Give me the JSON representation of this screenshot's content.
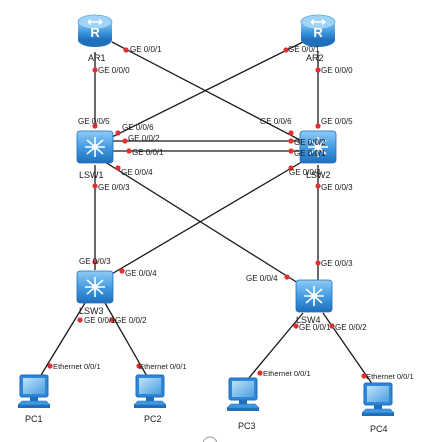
{
  "devices": {
    "ar1": {
      "label": "AR1",
      "type": "router"
    },
    "ar2": {
      "label": "AR2",
      "type": "router"
    },
    "lsw1": {
      "label": "LSW1",
      "type": "switch"
    },
    "lsw2": {
      "label": "LSW2",
      "type": "switch"
    },
    "lsw3": {
      "label": "LSW3",
      "type": "switch"
    },
    "lsw4": {
      "label": "LSW4",
      "type": "switch"
    },
    "pc1": {
      "label": "PC1",
      "type": "pc"
    },
    "pc2": {
      "label": "PC2",
      "type": "pc"
    },
    "pc3": {
      "label": "PC3",
      "type": "pc"
    },
    "pc4": {
      "label": "PC4",
      "type": "pc"
    }
  },
  "ports": {
    "ar1_ge001": "GE 0/0/1",
    "ar1_ge000": "GE 0/0/0",
    "ar2_ge001": "GE 0/0/1",
    "ar2_ge000": "GE 0/0/0",
    "lsw1_ge005": "GE 0/0/5",
    "lsw1_ge006": "GE 0/0/6",
    "lsw1_ge002": "GE 0/0/2",
    "lsw1_ge001": "GE 0/0/1",
    "lsw1_ge004": "GE 0/0/4",
    "lsw1_ge003": "GE 0/0/3",
    "lsw2_ge006": "GE 0/0/6",
    "lsw2_ge005": "GE 0/0/5",
    "lsw2_ge002": "GE 0/0/2",
    "lsw2_ge001": "GE 0/0/1",
    "lsw2_ge004": "GE 0/0/4",
    "lsw2_ge003": "GE 0/0/3",
    "lsw3_ge003": "GE 0/0/3",
    "lsw3_ge004": "GE 0/0/4",
    "lsw3_ge001": "GE 0/0/1",
    "lsw3_ge002": "GE 0/0/2",
    "lsw4_ge004": "GE 0/0/4",
    "lsw4_ge003": "GE 0/0/3",
    "lsw4_ge001": "GE 0/0/1",
    "lsw4_ge002": "GE 0/0/2",
    "pc1_eth": "Ethernet 0/0/1",
    "pc2_eth": "Ethernet 0/0/1",
    "pc3_eth": "Ethernet 0/0/1",
    "pc4_eth": "Ethernet 0/0/1"
  },
  "colors": {
    "link": "#1a1a1a",
    "port_dot": "#e0312c",
    "device_blue": "#2e86d6",
    "device_light": "#7cc0f2"
  }
}
